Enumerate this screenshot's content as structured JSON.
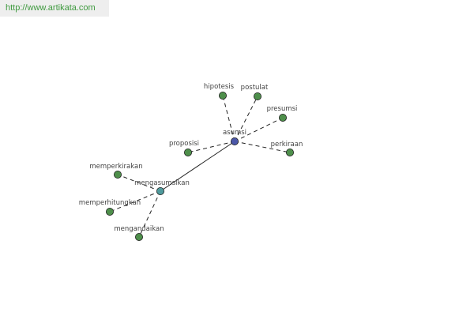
{
  "header": {
    "source_url": "http://www.artikata.com"
  },
  "colors": {
    "center_node": "#4b57a8",
    "secondary_node": "#4f9a9c",
    "leaf_node": "#4e8f4b",
    "edge": "#222222",
    "link_text": "#3f9a3f"
  },
  "graph": {
    "nodes": [
      {
        "id": "asumsi",
        "label": "asumsi",
        "kind": "center"
      },
      {
        "id": "mengasumsikan",
        "label": "mengasumsikan",
        "kind": "secondary"
      },
      {
        "id": "hipotesis",
        "label": "hipotesis",
        "kind": "leaf"
      },
      {
        "id": "postulat",
        "label": "postulat",
        "kind": "leaf"
      },
      {
        "id": "presumsi",
        "label": "presumsi",
        "kind": "leaf"
      },
      {
        "id": "perkiraan",
        "label": "perkiraan",
        "kind": "leaf"
      },
      {
        "id": "proposisi",
        "label": "proposisi",
        "kind": "leaf"
      },
      {
        "id": "memperkirakan",
        "label": "memperkirakan",
        "kind": "leaf"
      },
      {
        "id": "memperhitungkan",
        "label": "memperhitungkan",
        "kind": "leaf"
      },
      {
        "id": "mengandaikan",
        "label": "mengandaikan",
        "kind": "leaf"
      }
    ],
    "edges": [
      {
        "from": "asumsi",
        "to": "mengasumsikan",
        "style": "solid"
      },
      {
        "from": "asumsi",
        "to": "hipotesis",
        "style": "dashed"
      },
      {
        "from": "asumsi",
        "to": "postulat",
        "style": "dashed"
      },
      {
        "from": "asumsi",
        "to": "presumsi",
        "style": "dashed"
      },
      {
        "from": "asumsi",
        "to": "perkiraan",
        "style": "dashed"
      },
      {
        "from": "asumsi",
        "to": "proposisi",
        "style": "dashed"
      },
      {
        "from": "mengasumsikan",
        "to": "memperkirakan",
        "style": "dashed"
      },
      {
        "from": "mengasumsikan",
        "to": "memperhitungkan",
        "style": "dashed"
      },
      {
        "from": "mengasumsikan",
        "to": "mengandaikan",
        "style": "dashed"
      }
    ]
  }
}
